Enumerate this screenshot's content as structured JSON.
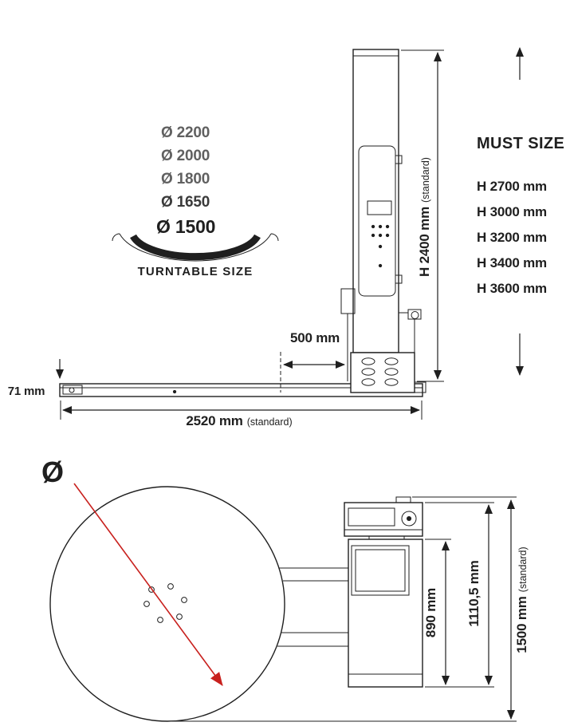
{
  "colors": {
    "line": "#1f1f1f",
    "accent_red": "#c8211e",
    "muted_text": "#606060",
    "mid_text": "#3a3a3a"
  },
  "side_view": {
    "turntable_sizes": [
      "Ø 2200",
      "Ø 2000",
      "Ø 1800",
      "Ø 1650",
      "Ø 1500"
    ],
    "turntable_size_label": "TURNTABLE SIZE",
    "must_size_title": "MUST SIZE",
    "must_size_options": [
      "H 2700 mm",
      "H 3000 mm",
      "H 3200 mm",
      "H 3400 mm",
      "H 3600 mm"
    ],
    "mast_height_dim": "H 2400 mm",
    "mast_height_note": "(standard)",
    "column_offset_dim": "500 mm",
    "platform_height_dim": "71 mm",
    "overall_length_dim": "2520 mm",
    "overall_length_note": "(standard)"
  },
  "plan_view": {
    "diameter_symbol": "Ø",
    "body_depth_dim": "890 mm",
    "machine_depth_dim": "1110,5 mm",
    "overall_depth_dim": "1500 mm",
    "overall_depth_note": "(standard)"
  }
}
